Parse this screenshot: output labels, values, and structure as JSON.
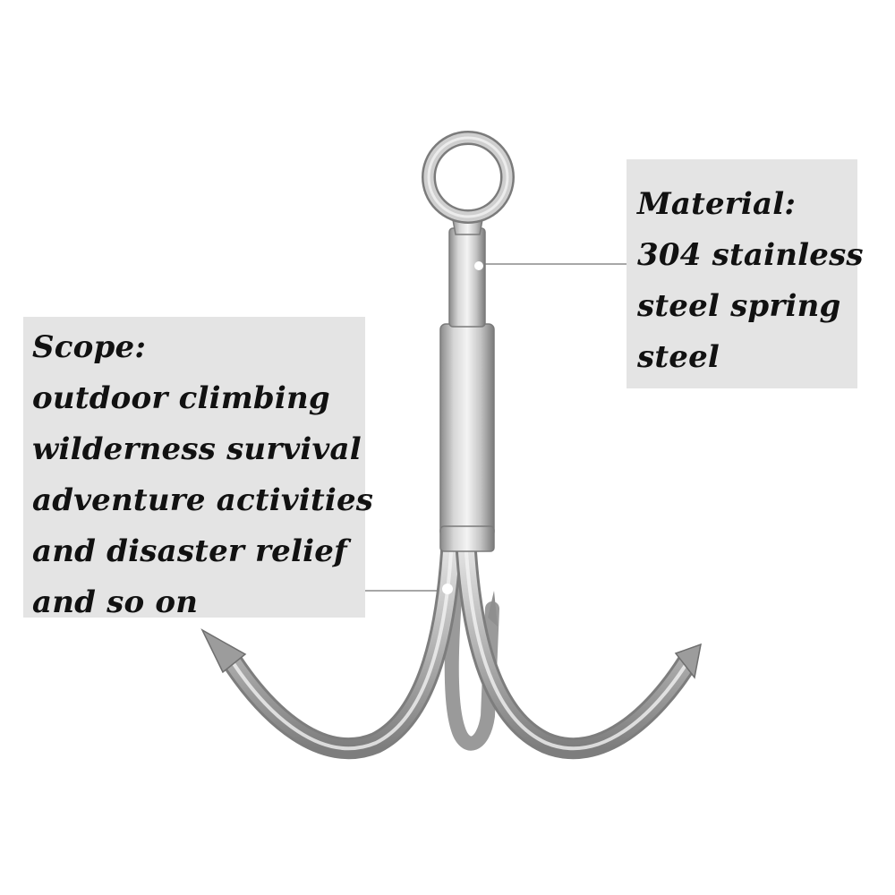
{
  "material_callout": {
    "heading": "Material:",
    "lines": [
      "304 stainless",
      "steel spring",
      "steel"
    ]
  },
  "scope_callout": {
    "heading": "Scope:",
    "lines": [
      "outdoor climbing",
      "wilderness survival",
      "adventure activities",
      "and disaster relief",
      "and so on"
    ]
  },
  "colors": {
    "background": "#ffffff",
    "callout_background": "#e4e4e4",
    "text": "#111111",
    "leader_line": "#8a8a8a",
    "steel_light": "#eeeeee",
    "steel_mid": "#b9b9b9",
    "steel_dark": "#7d7d7d"
  },
  "icons": {
    "product": "grappling-hook-icon"
  }
}
